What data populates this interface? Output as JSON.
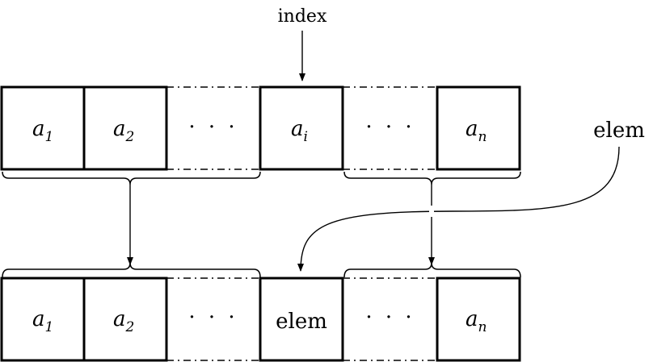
{
  "labels": {
    "index": "index",
    "elem_outside": "elem"
  },
  "top_row": [
    {
      "kind": "math",
      "base": "a",
      "sub": "1"
    },
    {
      "kind": "math",
      "base": "a",
      "sub": "2"
    },
    {
      "kind": "dots",
      "text": "· · ·"
    },
    {
      "kind": "math",
      "base": "a",
      "sub": "i"
    },
    {
      "kind": "dots",
      "text": "· · ·"
    },
    {
      "kind": "math",
      "base": "a",
      "sub": "n"
    }
  ],
  "bottom_row": [
    {
      "kind": "math",
      "base": "a",
      "sub": "1"
    },
    {
      "kind": "math",
      "base": "a",
      "sub": "2"
    },
    {
      "kind": "dots",
      "text": "· · ·"
    },
    {
      "kind": "roman",
      "text": "elem"
    },
    {
      "kind": "dots",
      "text": "· · ·"
    },
    {
      "kind": "math",
      "base": "a",
      "sub": "n"
    }
  ]
}
